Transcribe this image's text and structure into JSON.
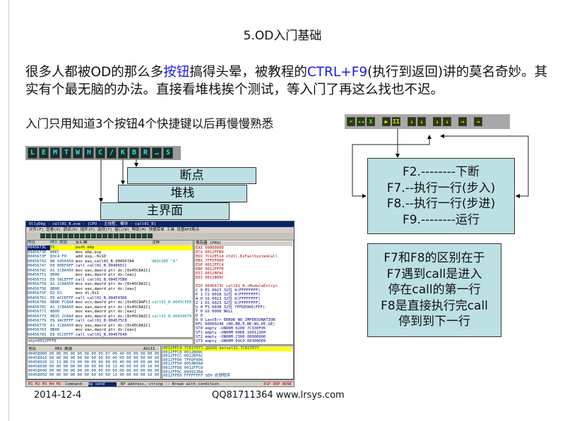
{
  "title": "5.OD入门基础",
  "paragraph": {
    "p1": "很多人都被OD的那么多",
    "p2": "按钮",
    "p3": "搞得头晕，被教程的",
    "p4": "CTRL+F9",
    "p5": "(执行到返回)讲的莫名奇妙。其实有个最无脑的办法。直接看堆栈挨个测试，等入门了再这么找也不迟。"
  },
  "intro": "入门只用知道3个按钮4个快捷键以后再慢慢熟悉",
  "left_toolbar": [
    "L",
    "E",
    "M",
    "T",
    "W",
    "H",
    "C",
    "/",
    "K",
    "B",
    "R",
    "…",
    "S"
  ],
  "layer_boxes": {
    "breakpoints": "断点",
    "stack": "堆栈",
    "main": "主界面"
  },
  "right_toolbar": [
    "↶",
    "◂◂",
    "X",
    "▶",
    "II",
    "↓",
    "↓",
    "↓",
    "↓",
    "→",
    "→"
  ],
  "shortcuts": [
    "F2.--------下断",
    "F7.--执行一行(步入)",
    "F8.--执行一行(步进)",
    "F9.--------运行"
  ],
  "note": [
    "F7和F8的区别在于",
    "F7遇到call是进入",
    "停在call的第一行",
    "F8是直接执行完call",
    "停到到下一行"
  ],
  "od": {
    "titlebar": "OllyDbg - call01_B.exe - [CPU - 主线程, 模块 - call01_B]",
    "menu": "文件(F) 查看(V) 调试(D) 插件(P) 选项(T) 窗口(W) 帮助(H) 快捷菜单 工具 设置API断点",
    "headers": [
      "地址",
      "HEX 数据",
      "反汇编",
      "注释"
    ],
    "rows": [
      [
        "0045673C",
        "55",
        "push ebp",
        ""
      ],
      [
        "0045673D",
        "8BEC",
        "mov ebp,esp",
        ""
      ],
      [
        "0045673F",
        "83C4 F0",
        "add esp,-0x10",
        ""
      ],
      [
        "00456742",
        "B8 9456450",
        "mov eax,call01_B.004567A4",
        "UNICODE \"0\""
      ],
      [
        "00456747",
        "E8 80EFAFF",
        "call call01_B.004065CC",
        ""
      ],
      [
        "0045674C",
        "A1 1C8A450",
        "mov eax,dword ptr ds:[0x45C8A1C]",
        ""
      ],
      [
        "00456751",
        "8B00",
        "mov eax,dword ptr ds:[eax]",
        ""
      ],
      [
        "00456753",
        "E8 58CEFFF",
        "call call01_B.004575B0",
        ""
      ],
      [
        "00456758",
        "A1 1C8A450",
        "mov eax,dword ptr ds:[0x45C8A1C]",
        ""
      ],
      [
        "0045675D",
        "8B00",
        "mov eax,dword ptr ds:[eax]",
        ""
      ],
      [
        "0045675F",
        "B2 01",
        "mov dl,0x1",
        ""
      ],
      [
        "00456761",
        "E8 ACCEFFF",
        "call call01_B.004593D6",
        ""
      ],
      [
        "00456766",
        "8B0D FC8A4",
        "mov ecx,dword ptr ds:[0x45C8AFC]",
        "call01_B.0045CFE0"
      ],
      [
        "0045676C",
        "A1 1C8A450",
        "mov eax,dword ptr ds:[0x45C8A1C]",
        ""
      ],
      [
        "00456771",
        "8B00",
        "mov eax,dword ptr ds:[eax]",
        ""
      ],
      [
        "00456773",
        "8B15 2C8A4",
        "mov edx,dword ptr ds:[0x45C8A2C]",
        "call01_B.00459670"
      ],
      [
        "00456779",
        "E8 9ACEFFF",
        "call call01_B.004575C8",
        ""
      ],
      [
        "0045677E",
        "A1 1C8A450",
        "mov eax,dword ptr ds:[0x45C8A1C]",
        ""
      ],
      [
        "00456783",
        "8B00",
        "mov eax,dword ptr ds:[eax]",
        ""
      ],
      [
        "00456785",
        "E8 0CCEFFF",
        "call call01_B.00457640",
        ""
      ]
    ],
    "info": "ebp=0012FFF0",
    "registers_title": "寄存器 (FPU)",
    "registers": [
      "EAX 00000000",
      "ECX 0012FFB0",
      "EDX 7C92E514 ntdll.KiFastSystemCall",
      "EBX 7FFDF000",
      "ESP 0012FFC4",
      "EBP 0012FFF0",
      "ESI 0012BFAC",
      "EDI 0012B09C",
      "",
      "EIP 0045673C call01_B.<ModuleEntry>",
      "C 0  ES 0023 32位 0(FFFFFFFF)",
      "P 1  CS 001B 32位 0(FFFFFFFF)",
      "A 0  SS 0023 32位 0(FFFFFFFF)",
      "Z 1  DS 0023 32位 0(FFFFFFFF)",
      "S 0  FS 003B 32位 7FFDE000(FFF)",
      "T 0  GS 0000 NULL",
      "D 0",
      "O 0  LastErr ERROR_NO_IMPERSONATION",
      "EFL 00000246 (NO,NB,E,BE,NS,PE,GE)",
      "ST0 empty -UNORM 0200 7C930F05",
      "ST1 empty -UNORM 00DE 16011360",
      "ST2 empty -UNORM 2300 00000000",
      "ST3 empty -UNORM 09C0 00300DE0"
    ],
    "dump_headers": [
      "地址",
      "HEX 数据",
      "ASCII"
    ],
    "dump": [
      "00458000 00 00 00 00 00 00 00 00 07 00 40 00 00 00 00 00",
      "00458010 00 00 00 00 00 00 00 00 00 00 00 00 00 00 00 00",
      "00458020 32 13 8B C0 00 00 00 00 00 00 40 00 00 00 40 00",
      "00458030 00 00 00 00 00 00 00 00 58 13 40 00 00 00 10 00",
      "00458040 00 00 00 00 00 00 00 00 00 00 00 00 00 00 00 00",
      "00458050 00 00 00 00 00 00 00 00 00 13 40 00 00 00 10 00"
    ],
    "stack": [
      "0012FFC4 7C817077 返回到 kernel32.7C817077",
      "0012FFC8 0012B09C",
      "0012FFCC 0012BFAC",
      "0012FFD0 7FFDF000",
      "0012FFD4 8054B6A8",
      "0012FFD8 0012FFC8",
      "0012FFDC 89991368",
      "0012FFE0 FFFFFFFF SEH 处理程序"
    ],
    "command_label": "Command:",
    "command_value": "bp send",
    "command_hint": "BP address, string -- Break with condition",
    "status_right": "ESP  EBP  NONE",
    "hotkeys": "M1 M2 M3 M4 M5"
  },
  "footer": {
    "date": "2014-12-4",
    "contact": "QQ81711364 www.lrsys.com"
  }
}
